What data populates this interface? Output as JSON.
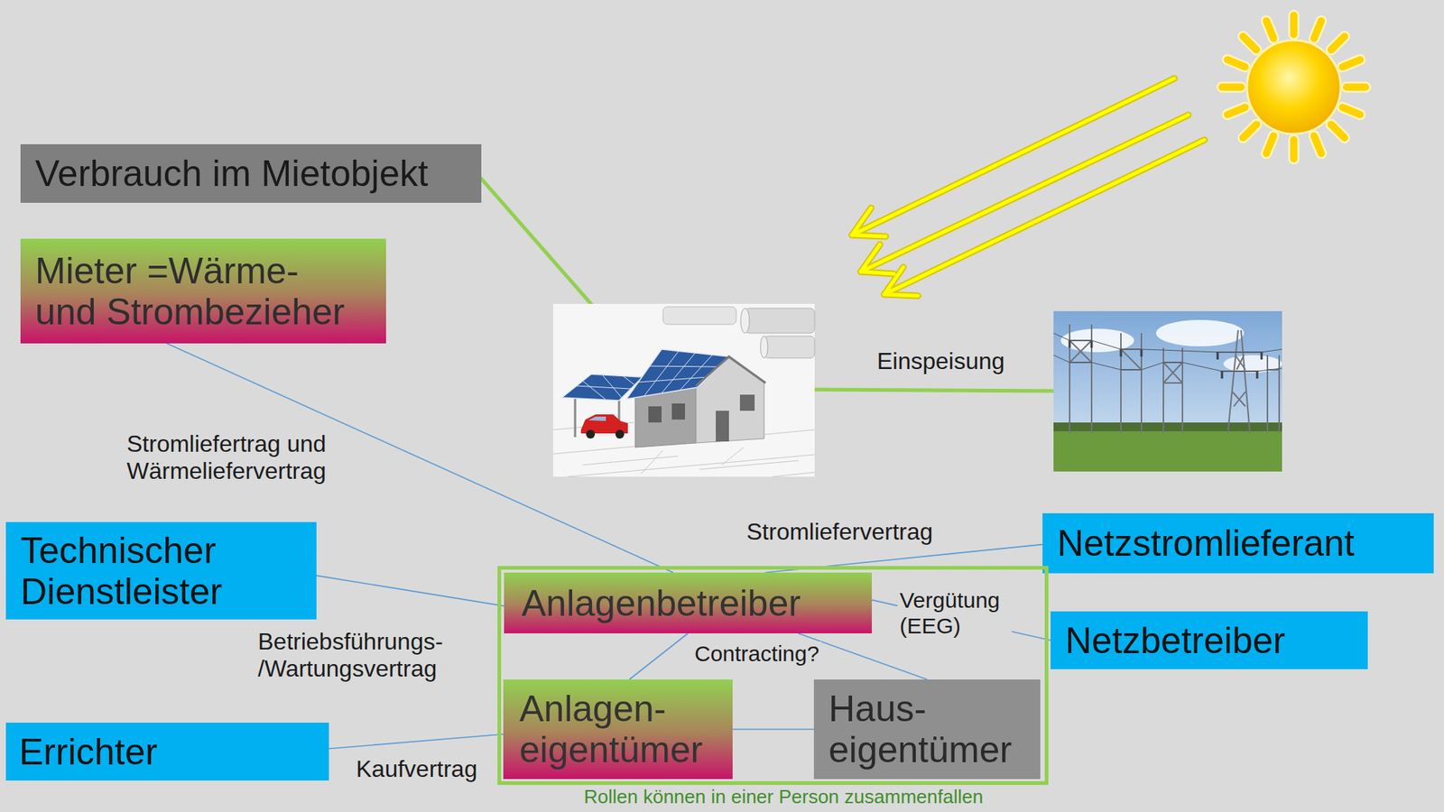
{
  "diagram": {
    "nodes": [
      {
        "text": [
          "Verbrauch im Mietobjekt"
        ]
      },
      {
        "text": [
          "Mieter =Wärme- und Strombezieher"
        ]
      },
      {
        "text": [
          "Technischer Dienstleister"
        ]
      },
      {
        "text": [
          "Netzstromlieferant"
        ]
      },
      {
        "text": [
          "Rollen können in einer Person zusammenfallen"
        ]
      },
      {
        "text": [
          "Anlagenbetreiber"
        ],
        "in": 4
      },
      {
        "text": [
          "Netzbetreiber"
        ]
      },
      {
        "text": [
          "Anlagen- eigentümer"
        ],
        "in": 4
      },
      {
        "text": [
          "Haus- eigentümer"
        ],
        "in": 4
      },
      {
        "text": [
          "Errichter"
        ]
      }
    ],
    "edges": [
      {
        "from": 1,
        "to": 5,
        "arrow": "none",
        "label": "Stromliefertrag und Wärmeliefervertrag"
      },
      {
        "from": 2,
        "to": 5,
        "arrow": "none",
        "label": "Betriebsführungs- /Wartungsvertrag"
      },
      {
        "from": 5,
        "to": 3,
        "arrow": "none",
        "label": "Stromliefervertrag"
      },
      {
        "from": 5,
        "to": 6,
        "arrow": "none",
        "label": "Vergütung (EEG)"
      },
      {
        "from": 5,
        "to": 7,
        "arrow": "none",
        "label": "Contracting?"
      },
      {
        "from": 5,
        "to": 8,
        "arrow": "none"
      },
      {
        "from": 9,
        "to": 7,
        "arrow": "none",
        "label": "Kaufvertrag"
      },
      {
        "from": 7,
        "to": 8,
        "arrow": "none"
      }
    ],
    "labels": [
      "Einspeisung"
    ]
  }
}
